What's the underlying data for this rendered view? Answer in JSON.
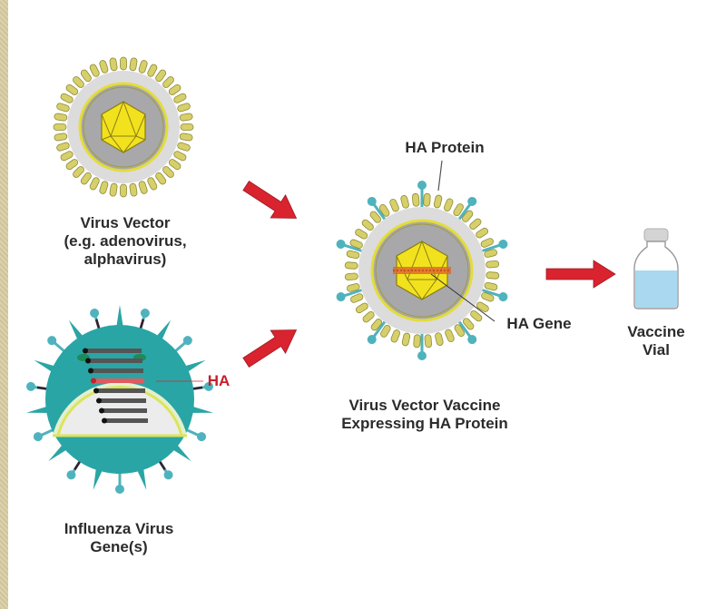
{
  "title": "Virus vector vaccine production",
  "labels": {
    "virus_vector_line1": "Virus Vector",
    "virus_vector_line2": "(e.g. adenovirus,",
    "virus_vector_line3": "alphavirus)",
    "influenza_line1": "Influenza Virus",
    "influenza_line2": "Gene(s)",
    "ha_marker": "HA",
    "ha_protein": "HA Protein",
    "ha_gene": "HA Gene",
    "vaccine_line1": "Virus Vector Vaccine",
    "vaccine_line2": "Expressing HA Protein",
    "vial_line1": "Vaccine",
    "vial_line2": "Vial"
  },
  "colors": {
    "arrow": "#d9232e",
    "ha_red": "#c8202a",
    "capsid_yellow": "#f2e21e",
    "spike_olive": "#c9c25a",
    "envelope_gray": "#d9d9d9",
    "core_gray": "#a7a7a9",
    "influenza_teal": "#2aa5a5",
    "ha_spike_teal": "#4fb3bd",
    "vial_liquid": "#aad8f0",
    "vial_cap": "#d4d4d4"
  },
  "icons": {
    "vector_virus": "adenovirus-icon",
    "influenza_virus": "influenza-virus-icon",
    "vaccine_virus": "recombinant-virus-icon",
    "vial": "vaccine-vial-icon",
    "arrow": "arrow-right-icon"
  }
}
